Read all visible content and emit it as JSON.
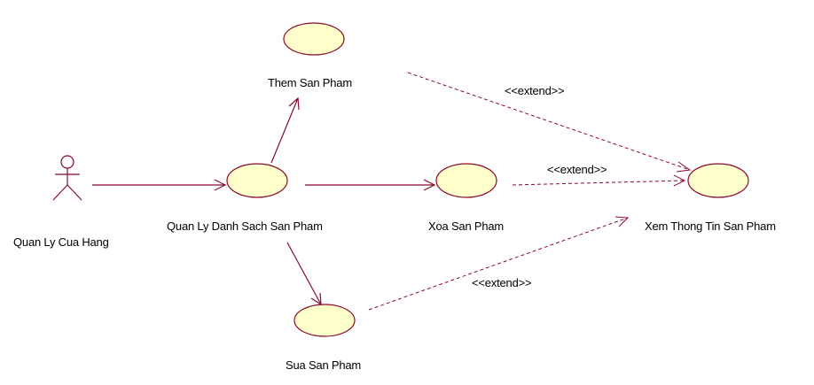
{
  "colors": {
    "usecase_fill": "#ffffcc",
    "usecase_stroke": "#8b0a2d",
    "line": "#8b0a2d",
    "background": "#ffffff",
    "text": "#000000"
  },
  "actor": {
    "name": "Quan Ly Cua Hang",
    "icon": "stick-figure-actor-icon"
  },
  "use_cases": {
    "them": "Them San Pham",
    "quanly": "Quan Ly Danh Sach San Pham",
    "xoa": "Xoa San Pham",
    "sua": "Sua San Pham",
    "xem": "Xem Thong Tin San Pham"
  },
  "relations": {
    "extend_them": "<<extend>>",
    "extend_xoa": "<<extend>>",
    "extend_sua": "<<extend>>"
  }
}
